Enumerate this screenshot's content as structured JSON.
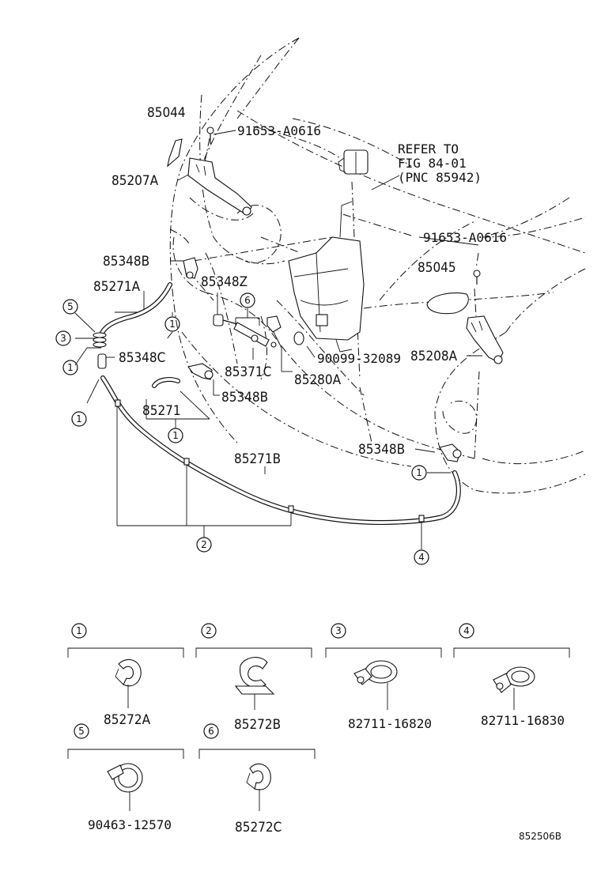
{
  "parts": {
    "p85044": "85044",
    "p91653_top": "91653-A0616",
    "p85207A": "85207A",
    "p85348B_left": "85348B",
    "p85271A": "85271A",
    "p85348Z": "85348Z",
    "p85348C": "85348C",
    "p85371C": "85371C",
    "p90099": "90099-32089",
    "p85280A": "85280A",
    "p85271": "85271",
    "p85348B_mid": "85348B",
    "p85271B": "85271B",
    "p85348B_right": "85348B",
    "p91653_right": "91653-A0616",
    "p85045": "85045",
    "p85208A": "85208A"
  },
  "refer": {
    "line1": "REFER TO",
    "line2": "FIG 84-01",
    "line3": "(PNC 85942)"
  },
  "callouts": {
    "c1": "1",
    "c2": "2",
    "c3": "3",
    "c4": "4",
    "c5": "5",
    "c6": "6"
  },
  "legend": [
    {
      "num": "1",
      "part": "85272A"
    },
    {
      "num": "2",
      "part": "85272B"
    },
    {
      "num": "3",
      "part": "82711-16820"
    },
    {
      "num": "4",
      "part": "82711-16830"
    },
    {
      "num": "5",
      "part": "90463-12570"
    },
    {
      "num": "6",
      "part": "85272C"
    }
  ],
  "figure_code": "852506B"
}
